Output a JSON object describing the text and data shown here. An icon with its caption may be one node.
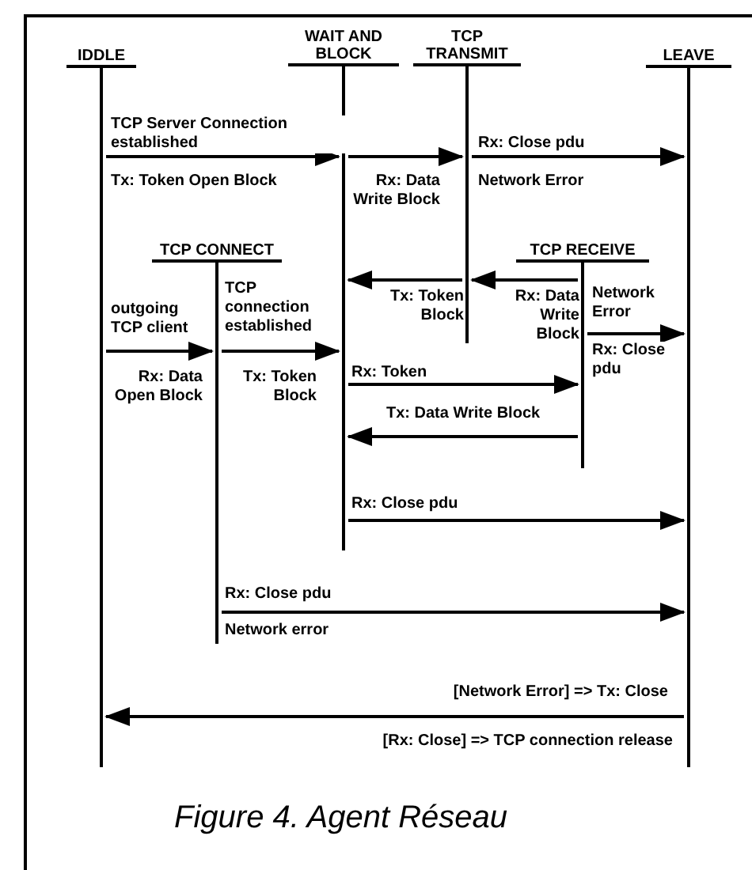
{
  "diagram": {
    "caption": "Figure 4. Agent Réseau",
    "nodes": [
      {
        "text": [
          "IDDLE"
        ]
      },
      {
        "text": [
          "WAIT AND BLOCK"
        ]
      },
      {
        "text": [
          "TCP TRANSMIT"
        ]
      },
      {
        "text": [
          "LEAVE"
        ]
      },
      {
        "text": [
          "TCP CONNECT"
        ]
      },
      {
        "text": [
          "TCP RECEIVE"
        ]
      }
    ],
    "edges": [
      {
        "from": 0,
        "to": 1,
        "arrow": "to",
        "label": "TCP Server Connection established"
      },
      {
        "from": 1,
        "to": 2,
        "arrow": "to",
        "label": "Rx: Data Write Block"
      },
      {
        "from": 2,
        "to": 3,
        "arrow": "to",
        "label": "Rx: Close pdu"
      },
      {
        "from": 2,
        "to": 1,
        "arrow": "to",
        "label": "Tx: Token Block"
      },
      {
        "from": 5,
        "to": 2,
        "arrow": "to",
        "label": "Rx: Data Write Block"
      },
      {
        "from": 0,
        "to": 4,
        "arrow": "to",
        "label": "outgoing TCP client"
      },
      {
        "from": 4,
        "to": 1,
        "arrow": "to",
        "label": "TCP connection established"
      },
      {
        "from": 5,
        "to": 3,
        "arrow": "to",
        "label": "Network Error"
      },
      {
        "from": 1,
        "to": 5,
        "arrow": "to",
        "label": "Rx: Token"
      },
      {
        "from": 5,
        "to": 1,
        "arrow": "to",
        "label": "Tx: Data Write Block"
      },
      {
        "from": 1,
        "to": 3,
        "arrow": "to",
        "label": "Rx: Close pdu"
      },
      {
        "from": 4,
        "to": 3,
        "arrow": "to",
        "label": "Rx: Close pdu"
      },
      {
        "from": 3,
        "to": 0,
        "arrow": "to",
        "label": "[Network Error] => Tx: Close"
      }
    ],
    "labels": [
      "Tx: Token Open Block",
      "Network Error",
      "Rx: Data Open Block",
      "Tx: Token Block",
      "Rx: Close pdu",
      "Network error",
      "[Rx: Close] => TCP connection release"
    ]
  }
}
